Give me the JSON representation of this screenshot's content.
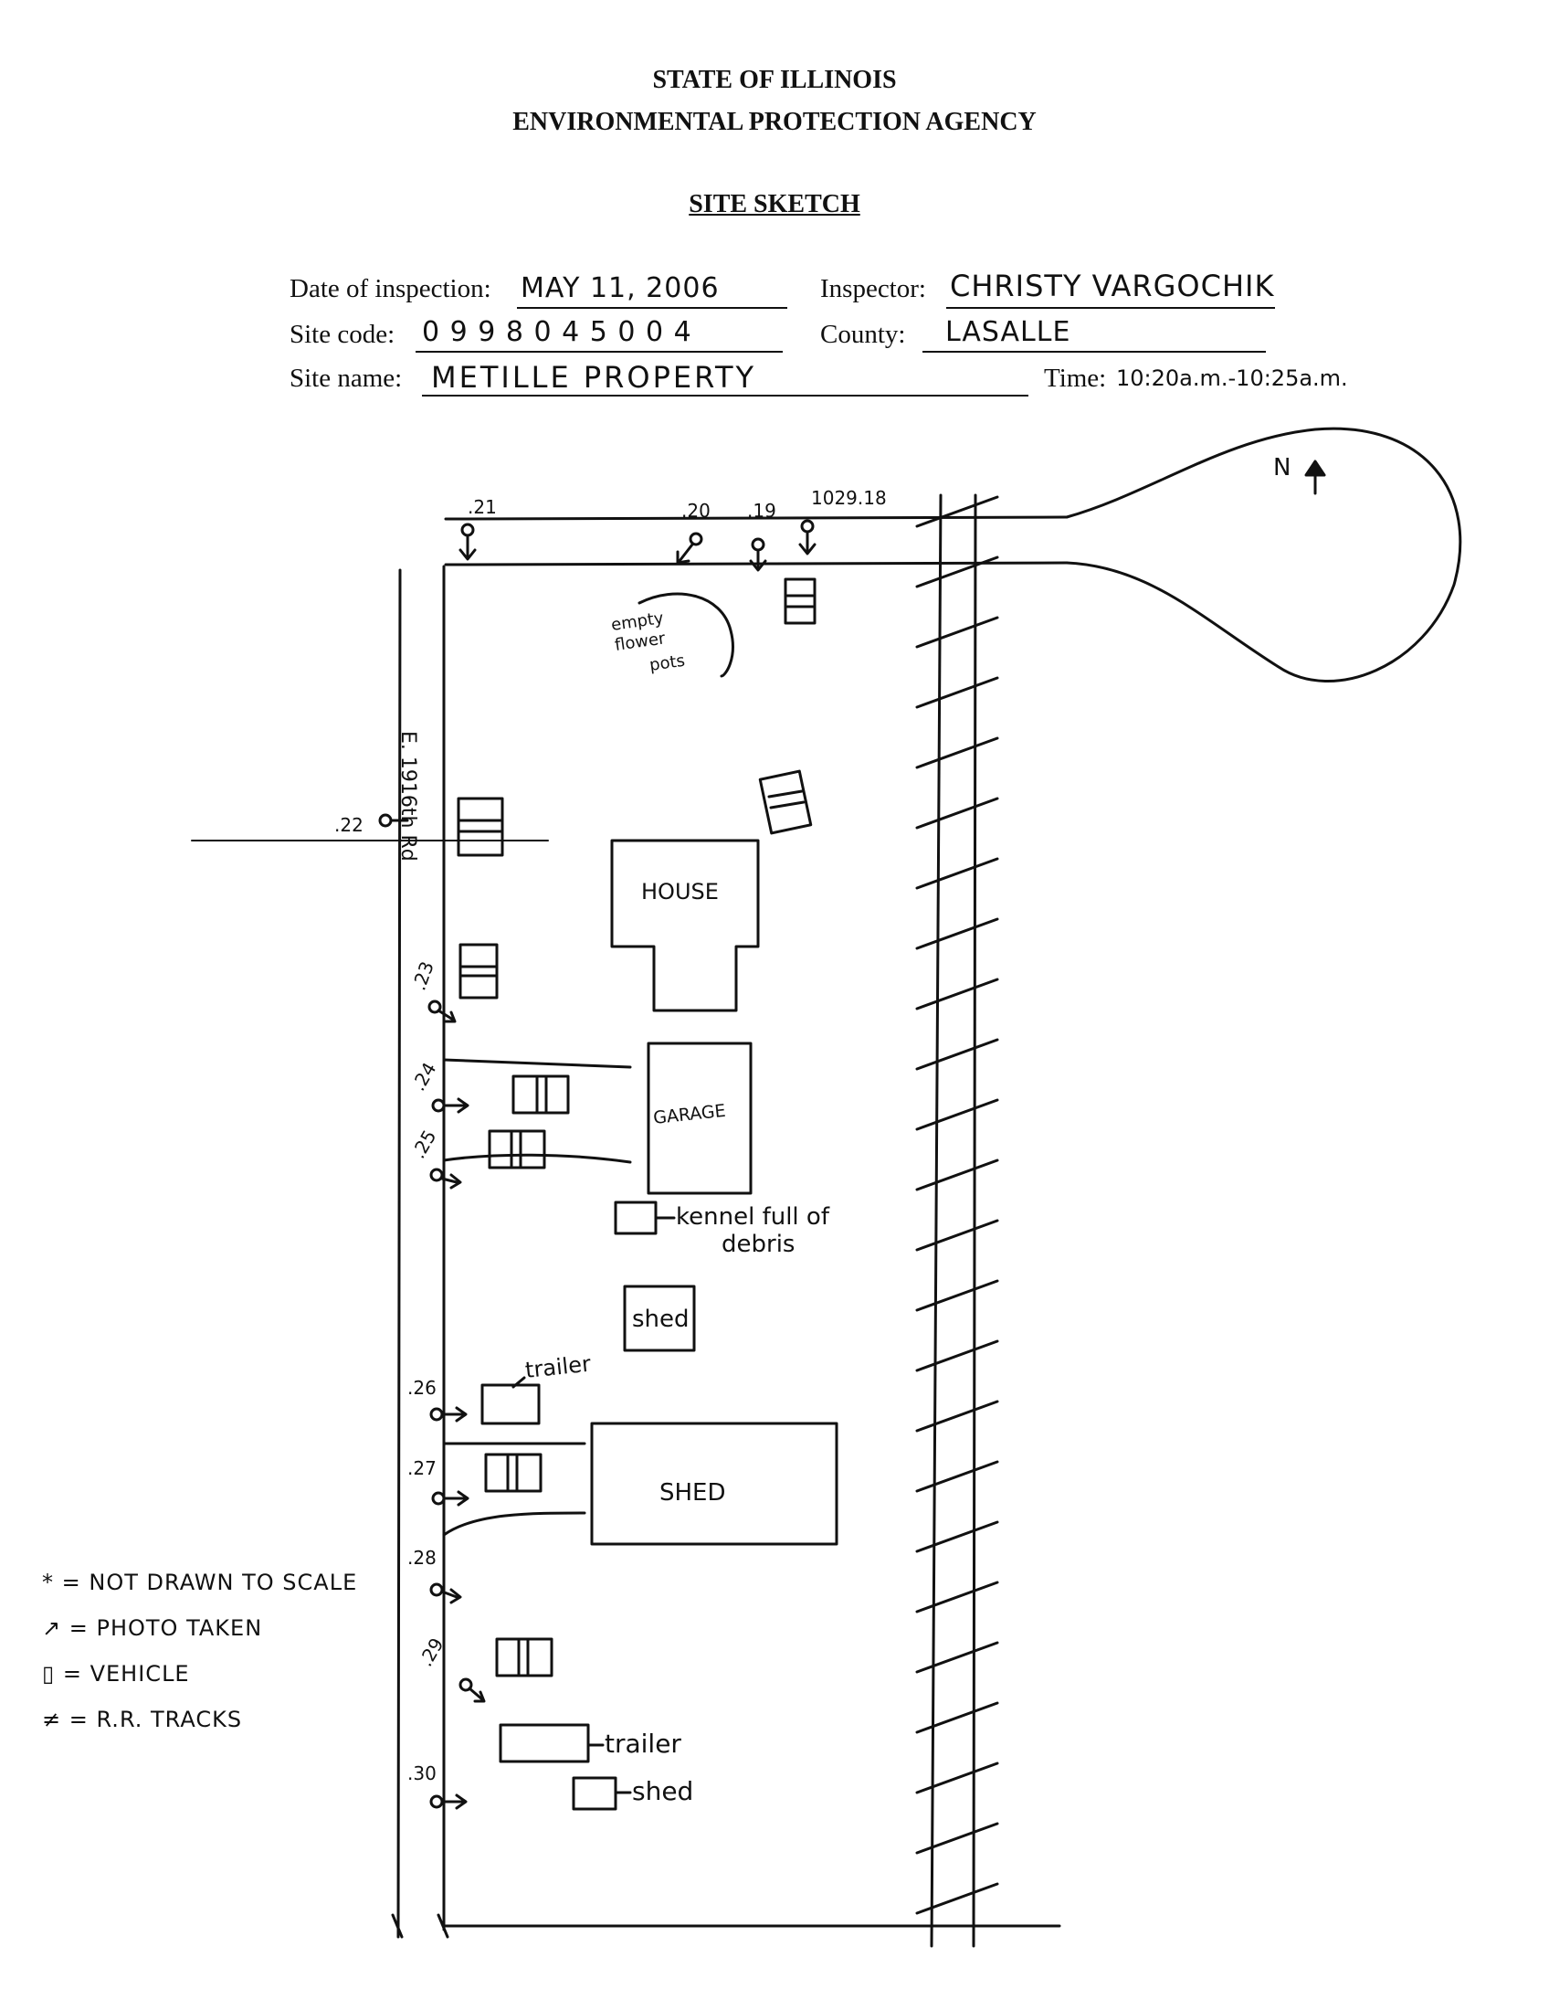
{
  "header": {
    "line1": "STATE OF ILLINOIS",
    "line2": "ENVIRONMENTAL PROTECTION AGENCY",
    "title": "SITE SKETCH"
  },
  "form": {
    "date_label": "Date of inspection:",
    "date_value": "MAY 11, 2006",
    "inspector_label": "Inspector:",
    "inspector_value": "CHRISTY VARGOCHIK",
    "site_code_label": "Site code:",
    "site_code_value": "0 9 9 8 0 4 5 0 0 4",
    "county_label": "County:",
    "county_value": "LASALLE",
    "site_name_label": "Site name:",
    "site_name_value": "METILLE PROPERTY",
    "time_label": "Time:",
    "time_value": "10:20a.m.-10:25a.m."
  },
  "sketch": {
    "north": "N",
    "road_label": "E. 1916th Rd",
    "top_photo_numbers": [
      ".21",
      ".20",
      ".19",
      "1029.18"
    ],
    "left_photo_numbers": [
      ".22",
      ".23",
      ".24",
      ".25",
      ".26",
      ".27",
      ".28",
      ".29",
      ".30"
    ],
    "notes": {
      "flower_pots": [
        "empty",
        "flower",
        "pots"
      ],
      "kennel": [
        "kennel full of",
        "debris"
      ],
      "trailer_1": "trailer",
      "trailer_2": "trailer",
      "shed_small": "shed"
    },
    "buildings": {
      "house": "HOUSE",
      "garage": "GARAGE",
      "shed_mid": "shed",
      "shed_large": "SHED"
    }
  },
  "legend": {
    "items": [
      {
        "symbol": "*",
        "text": "= NOT DRAWN TO SCALE"
      },
      {
        "symbol": "↗",
        "text": "= PHOTO TAKEN"
      },
      {
        "symbol": "▯",
        "text": "= VEHICLE"
      },
      {
        "symbol": "≠",
        "text": "= R.R. TRACKS"
      }
    ]
  }
}
